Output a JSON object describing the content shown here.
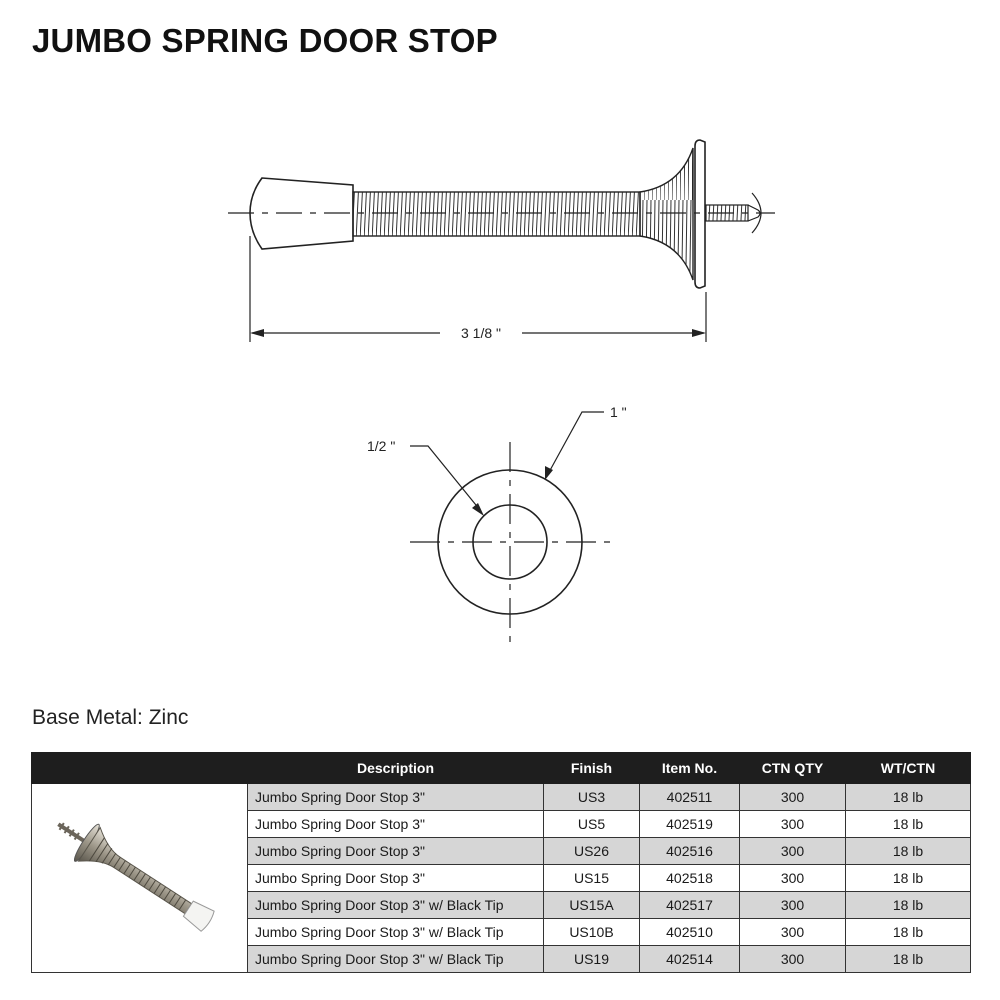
{
  "title": "JUMBO SPRING DOOR STOP",
  "drawing": {
    "length_label": "3 1/8 \"",
    "inner_diameter_label": "1/2 \"",
    "outer_diameter_label": "1 \""
  },
  "base_metal": "Base Metal: Zinc",
  "table": {
    "headers": [
      "Description",
      "Finish",
      "Item No.",
      "CTN QTY",
      "WT/CTN"
    ],
    "rows": [
      {
        "description": "Jumbo Spring Door Stop 3\"",
        "finish": "US3",
        "item_no": "402511",
        "ctn_qty": "300",
        "wt_ctn": "18 lb"
      },
      {
        "description": "Jumbo Spring Door Stop 3\"",
        "finish": "US5",
        "item_no": "402519",
        "ctn_qty": "300",
        "wt_ctn": "18 lb"
      },
      {
        "description": "Jumbo Spring Door Stop 3\"",
        "finish": "US26",
        "item_no": "402516",
        "ctn_qty": "300",
        "wt_ctn": "18 lb"
      },
      {
        "description": "Jumbo Spring Door Stop 3\"",
        "finish": "US15",
        "item_no": "402518",
        "ctn_qty": "300",
        "wt_ctn": "18 lb"
      },
      {
        "description": "Jumbo Spring Door Stop 3\" w/ Black Tip",
        "finish": "US15A",
        "item_no": "402517",
        "ctn_qty": "300",
        "wt_ctn": "18 lb"
      },
      {
        "description": "Jumbo Spring Door Stop 3\" w/ Black Tip",
        "finish": "US10B",
        "item_no": "402510",
        "ctn_qty": "300",
        "wt_ctn": "18 lb"
      },
      {
        "description": "Jumbo Spring Door Stop 3\" w/ Black Tip",
        "finish": "US19",
        "item_no": "402514",
        "ctn_qty": "300",
        "wt_ctn": "18 lb"
      }
    ]
  },
  "colors": {
    "header_bg": "#1e1e1e",
    "shaded_row": "#d6d6d6",
    "line": "#222222"
  }
}
